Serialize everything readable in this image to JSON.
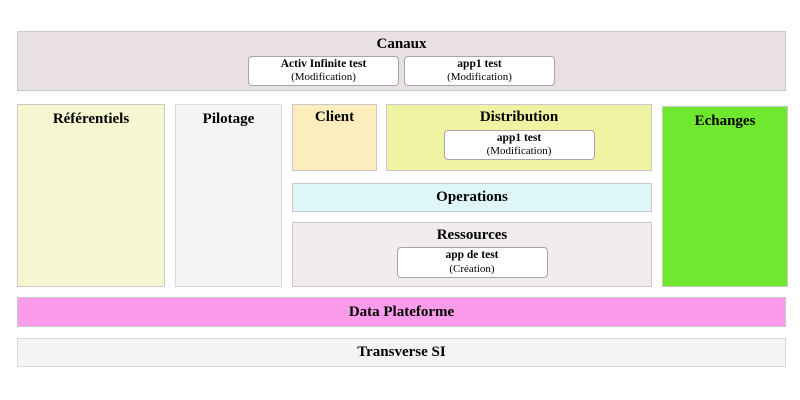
{
  "diagram": {
    "canaux": {
      "title": "Canaux",
      "bg": "#e8e0e1",
      "apps": [
        {
          "name": "Activ Infinite test",
          "status": "(Modification)"
        },
        {
          "name": "app1 test",
          "status": "(Modification)"
        }
      ]
    },
    "referentiels": {
      "title": "Référentiels",
      "bg": "#f5f7d0"
    },
    "pilotage": {
      "title": "Pilotage",
      "bg": "#f4f4f4"
    },
    "client": {
      "title": "Client",
      "bg": "#fbeebc"
    },
    "distribution": {
      "title": "Distribution",
      "bg": "#f0f3a2",
      "apps": [
        {
          "name": "app1 test",
          "status": "(Modification)"
        }
      ]
    },
    "operations": {
      "title": "Operations",
      "bg": "#def6f8"
    },
    "ressources": {
      "title": "Ressources",
      "bg": "#f2eded",
      "apps": [
        {
          "name": "app de test",
          "status": "(Création)"
        }
      ]
    },
    "echanges": {
      "title": "Echanges",
      "bg": "#6fe82f"
    },
    "data_plateforme": {
      "title": "Data Plateforme",
      "bg": "#fa9ce9"
    },
    "transverse_si": {
      "title": "Transverse SI",
      "bg": "#f4f4f4"
    }
  }
}
